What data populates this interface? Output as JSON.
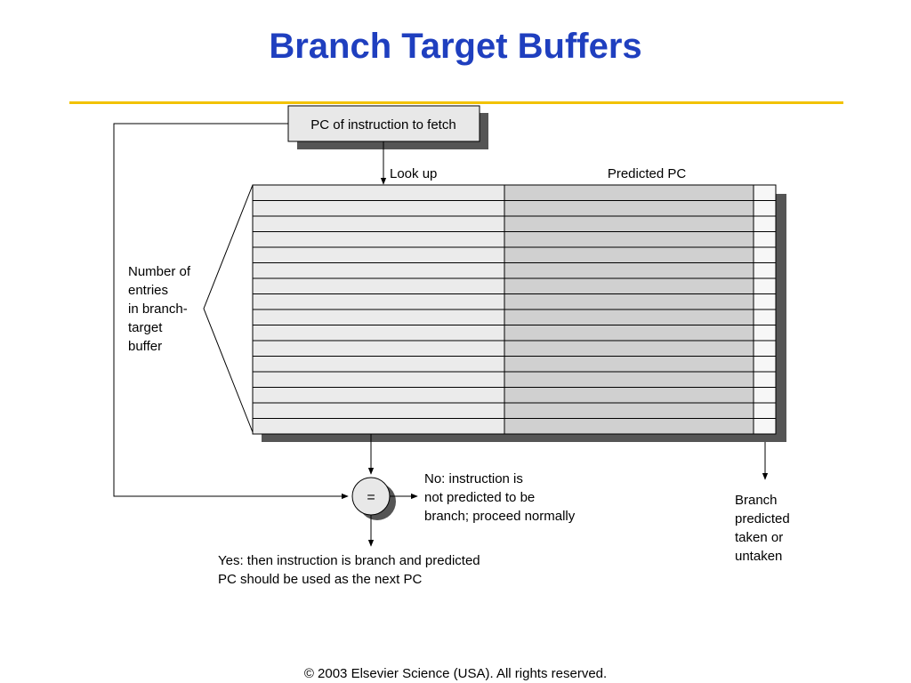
{
  "slide": {
    "title": "Branch Target Buffers",
    "footer": "© 2003 Elsevier Science (USA). All rights reserved."
  },
  "diagram": {
    "pc_box_label": "PC of instruction to fetch",
    "lookup_label": "Look up",
    "predicted_pc_label": "Predicted PC",
    "entries_label": [
      "Number of",
      "entries",
      "in branch-",
      "target",
      "buffer"
    ],
    "compare_symbol": "=",
    "no_label": [
      "No:  instruction is",
      "not predicted to be",
      "branch; proceed normally"
    ],
    "yes_label": [
      "Yes:  then instruction is branch and predicted",
      "PC should be used as the next PC"
    ],
    "branch_label": [
      "Branch",
      "predicted",
      "taken or",
      "untaken"
    ],
    "row_count": 16
  }
}
